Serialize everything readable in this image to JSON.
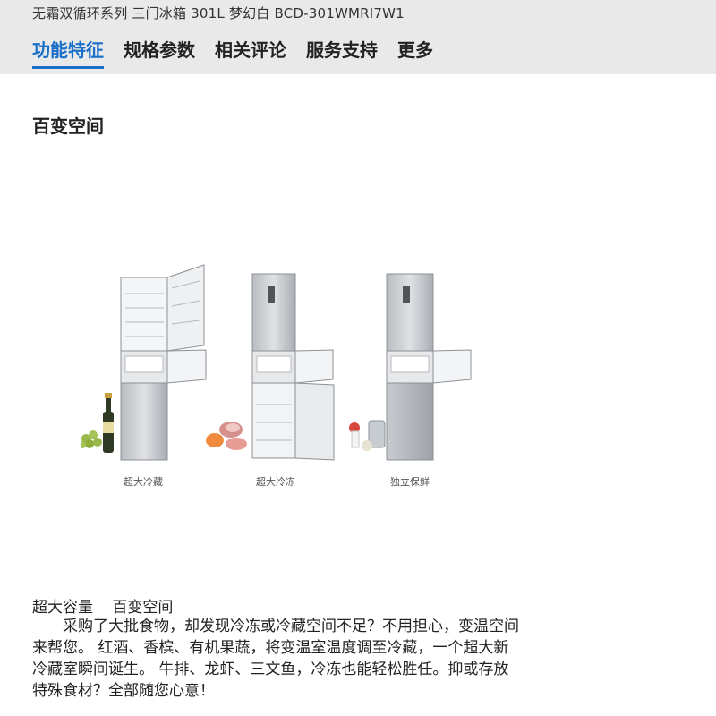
{
  "product": {
    "title": "无霜双循环系列 三门冰箱 301L 梦幻白 BCD-301WMRI7W1"
  },
  "tabs": [
    {
      "label": "功能特征",
      "active": true
    },
    {
      "label": "规格参数",
      "active": false
    },
    {
      "label": "相关评论",
      "active": false
    },
    {
      "label": "服务支持",
      "active": false
    },
    {
      "label": "更多",
      "active": false
    }
  ],
  "section": {
    "title": "百变空间"
  },
  "figure": {
    "captions": [
      "超大冷藏",
      "超大冷冻",
      "独立保鲜"
    ]
  },
  "description": {
    "heading_1": "超大容量",
    "heading_2": "百变空间",
    "body": "采购了大批食物，却发现冷冻或冷藏空间不足？不用担心，变温空间来帮您。 红酒、香槟、有机果蔬，将变温室温度调至冷藏，一个超大新冷藏室瞬间诞生。 牛排、龙虾、三文鱼，冷冻也能轻松胜任。抑或存放特殊食材？全部随您心意！"
  },
  "colors": {
    "accent": "#1a6fc9",
    "header_bg": "#e9e9e9"
  }
}
